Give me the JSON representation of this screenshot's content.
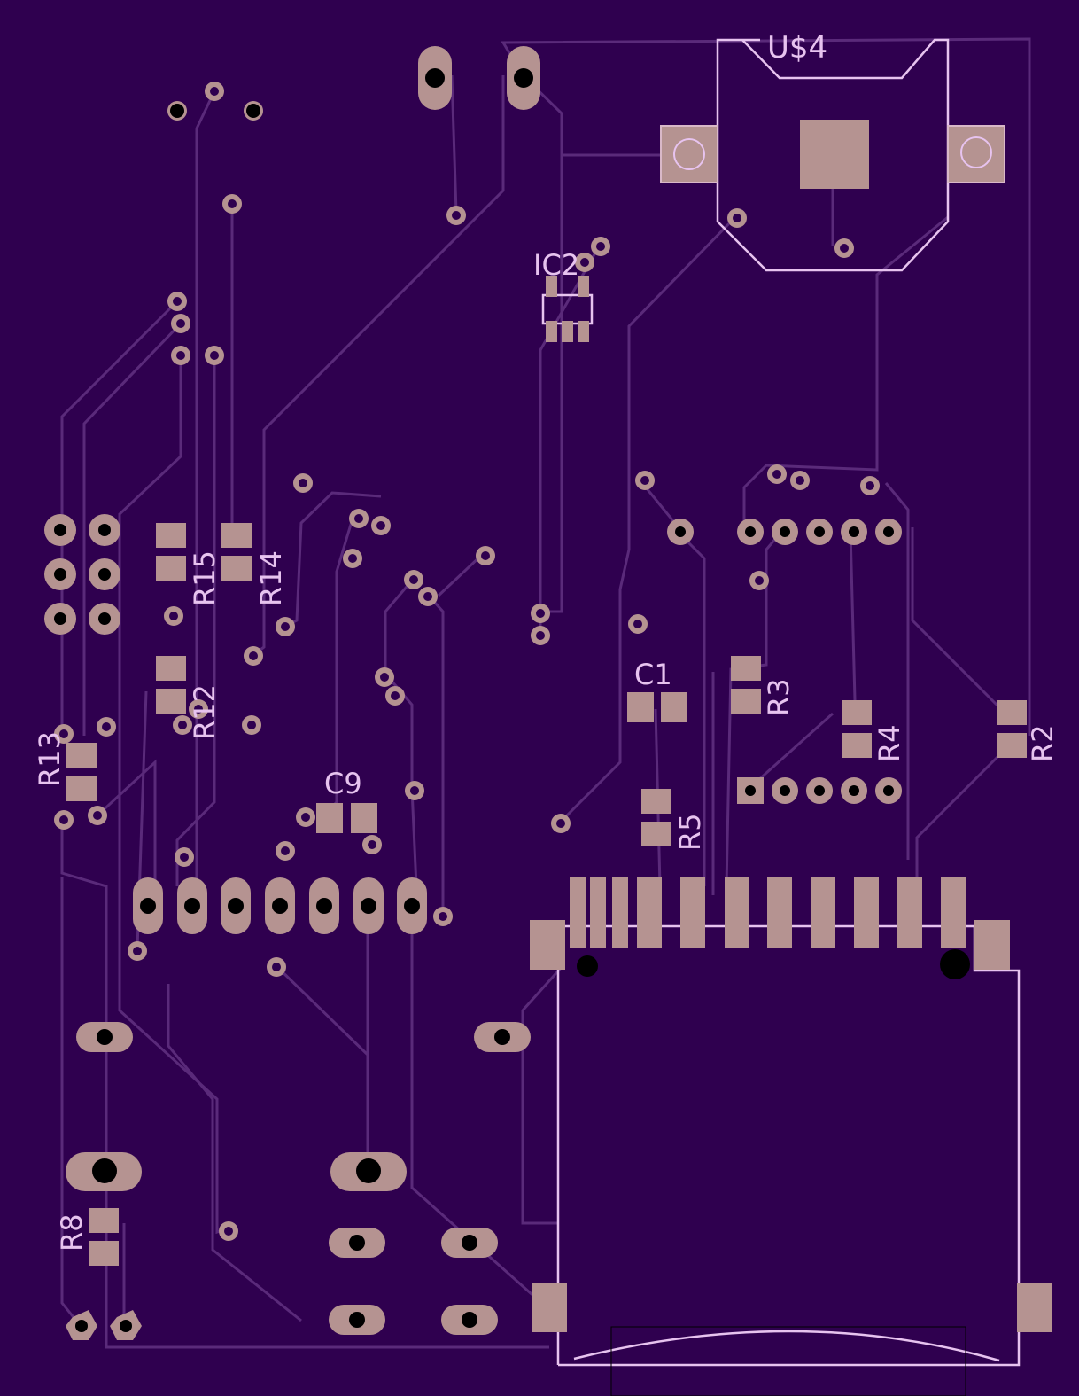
{
  "board": {
    "background_color": "#2f004f",
    "trace_color": "#5a2a7a",
    "pad_color": "#b59391",
    "silkscreen_color": "#e7c3ef",
    "labels": {
      "u4": "U$4",
      "ic2": "IC2",
      "c1": "C1",
      "c9": "C9",
      "r2": "R2",
      "r3": "R3",
      "r4": "R4",
      "r5": "R5",
      "r8": "R8",
      "r12": "R12",
      "r13": "R13",
      "r14": "R14",
      "r15": "R15"
    }
  }
}
